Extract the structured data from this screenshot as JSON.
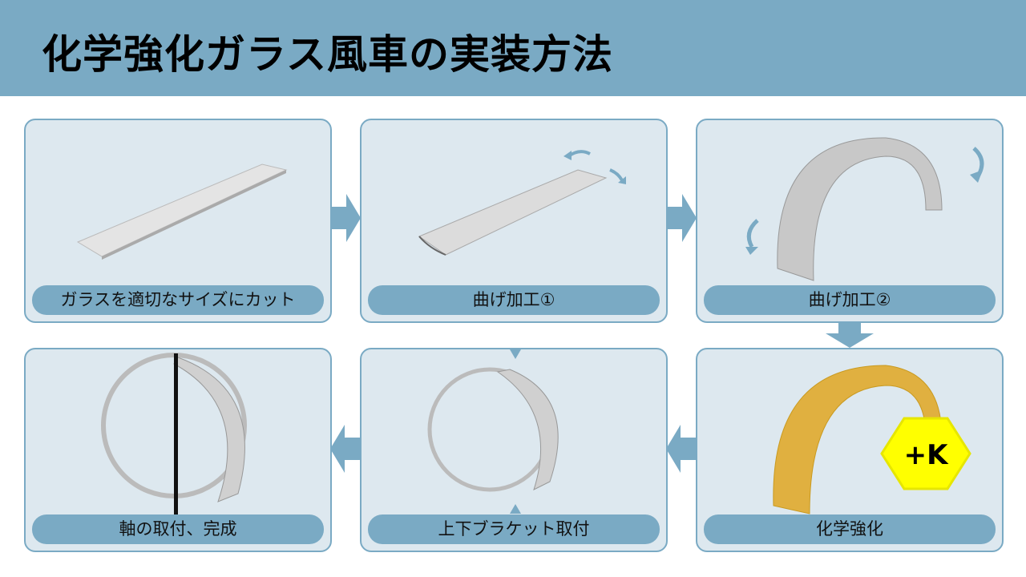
{
  "title": "化学強化ガラス風車の実装方法",
  "steps": [
    {
      "label": "ガラスを適切なサイズにカット"
    },
    {
      "label": "曲げ加工①"
    },
    {
      "label": "曲げ加工②"
    },
    {
      "label": "化学強化",
      "badge": "+K"
    },
    {
      "label": "上下ブラケット取付"
    },
    {
      "label": "軸の取付、完成"
    }
  ],
  "colors": {
    "accent": "#7aaac4",
    "panel": "#dde8ef",
    "gold": "#e0b040",
    "badge": "#ffff00"
  }
}
